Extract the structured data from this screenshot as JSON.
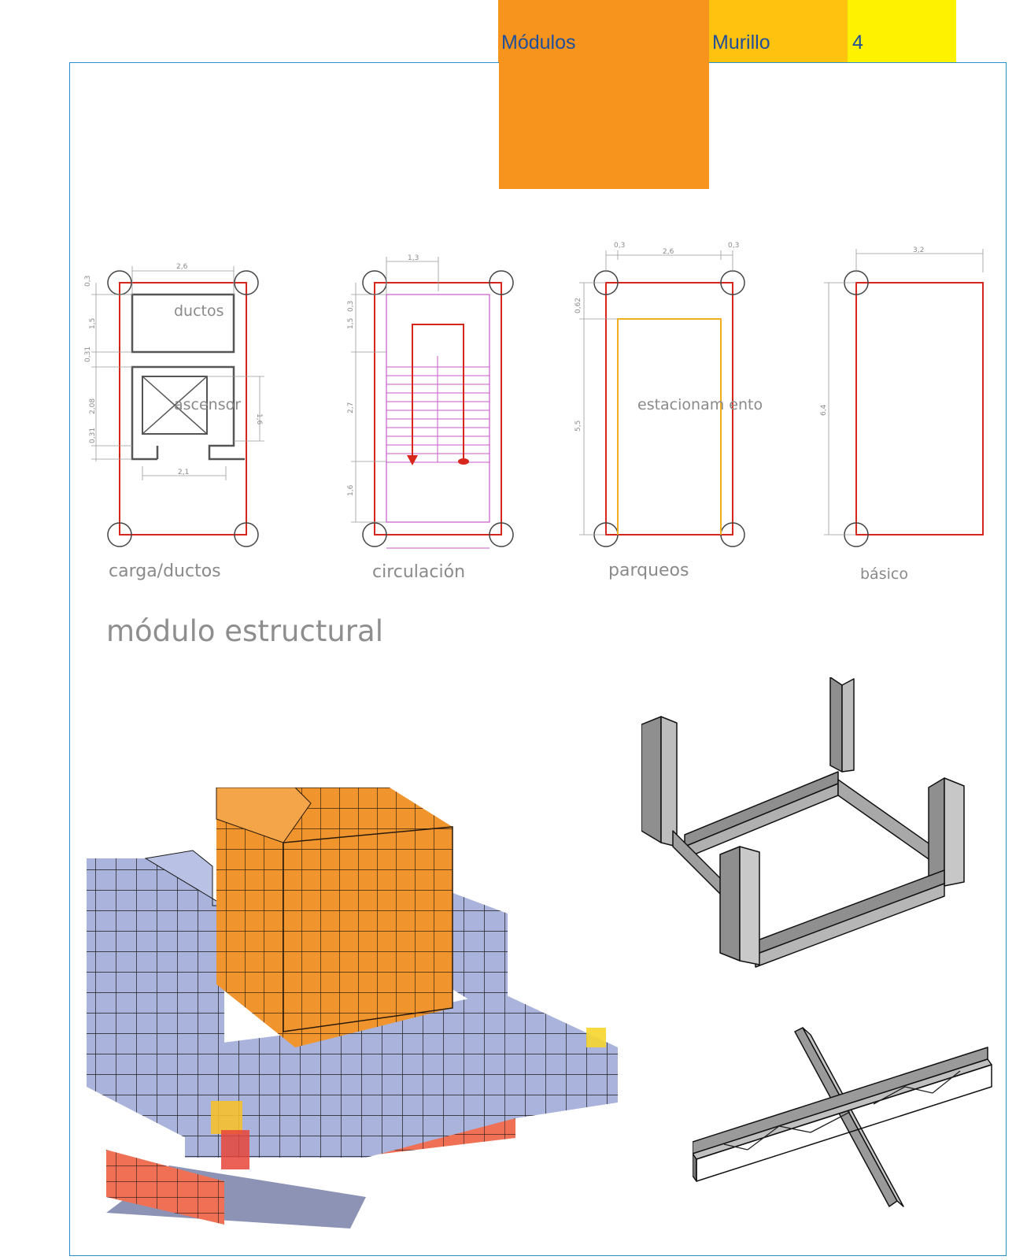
{
  "header": {
    "section": "Módulos",
    "author": "Murillo",
    "page": "4"
  },
  "plans": [
    {
      "caption": "carga/ductos",
      "room_labels": [
        "ductos",
        "ascensor"
      ],
      "dimensions": [
        "2,6",
        "0,3",
        "1,5",
        "0,31",
        "2,08",
        "0,31",
        "1,6",
        "2,1"
      ]
    },
    {
      "caption": "circulación",
      "dimensions": [
        "1,3",
        "0,3",
        "1,5",
        "2,7",
        "1,6"
      ]
    },
    {
      "caption": "parqueos",
      "room_labels": [
        "estacionam ento"
      ],
      "dimensions": [
        "0,3",
        "2,6",
        "0,3",
        "0,62",
        "5,5"
      ]
    },
    {
      "caption": "básico",
      "dimensions": [
        "3,2",
        "6,4"
      ]
    }
  ],
  "section_title": "módulo estructural",
  "colors": {
    "border": "#2a8fce",
    "orange": "#f7941d",
    "amber": "#ffc20e",
    "yellow": "#fff200",
    "header_text": "#1f4f9a",
    "plan_red": "#d7261c",
    "stair_magenta": "#c85ac8",
    "parking_yellow": "#f2b01e"
  }
}
